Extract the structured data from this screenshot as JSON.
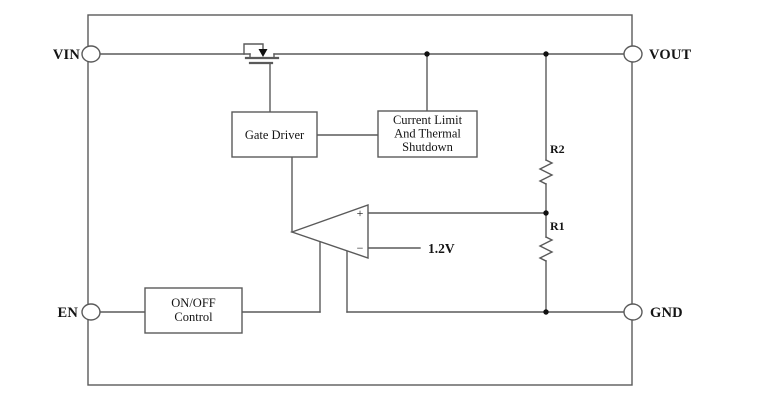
{
  "diagram": {
    "type": "ldo-regulator-functional-block-diagram",
    "pins": {
      "vin": "VIN",
      "vout": "VOUT",
      "en": "EN",
      "gnd": "GND"
    },
    "blocks": {
      "gate_driver": {
        "label": "Gate Driver"
      },
      "current_limit": {
        "lines": [
          "Current Limit",
          "And Thermal",
          "Shutdown"
        ]
      },
      "on_off": {
        "lines": [
          "ON/OFF",
          "Control"
        ]
      }
    },
    "amplifier": {
      "plus": "+",
      "minus": "−",
      "reference": "1.2V"
    },
    "resistors": {
      "r2": "R2",
      "r1": "R1"
    },
    "colors": {
      "wire": "#5a5a5a",
      "text": "#141414",
      "dot": "#111111",
      "fill": "#ffffff",
      "background": "#ffffff"
    }
  }
}
